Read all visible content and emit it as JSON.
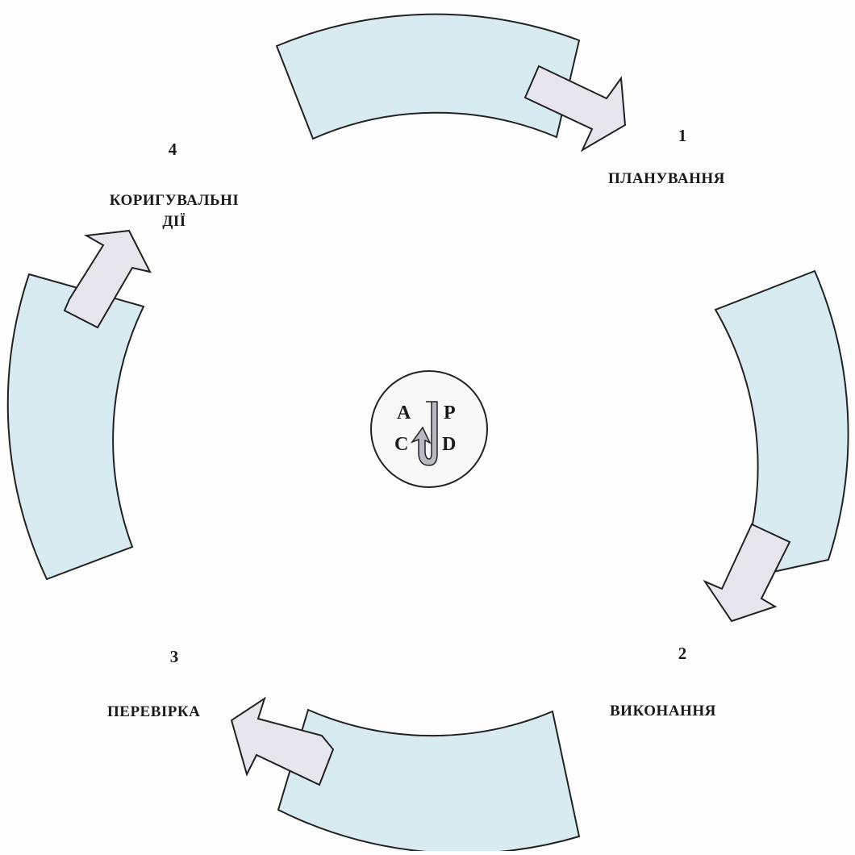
{
  "stages": [
    {
      "number": "1",
      "name": "ПЛАНУВАННЯ"
    },
    {
      "number": "2",
      "name": "ВИКОНАННЯ"
    },
    {
      "number": "3",
      "name": "ПЕРЕВІРКА"
    },
    {
      "number": "4",
      "name_line1": "КОРИГУВАЛЬНІ",
      "name_line2": "ДІЇ"
    }
  ],
  "center": {
    "a": "A",
    "p": "P",
    "c": "C",
    "d": "D"
  },
  "colors": {
    "band_fill": "#d8ebf0",
    "arrow_fill": "#e6e6ec",
    "stroke": "#222222",
    "center_arrow": "#b9b9c2"
  }
}
